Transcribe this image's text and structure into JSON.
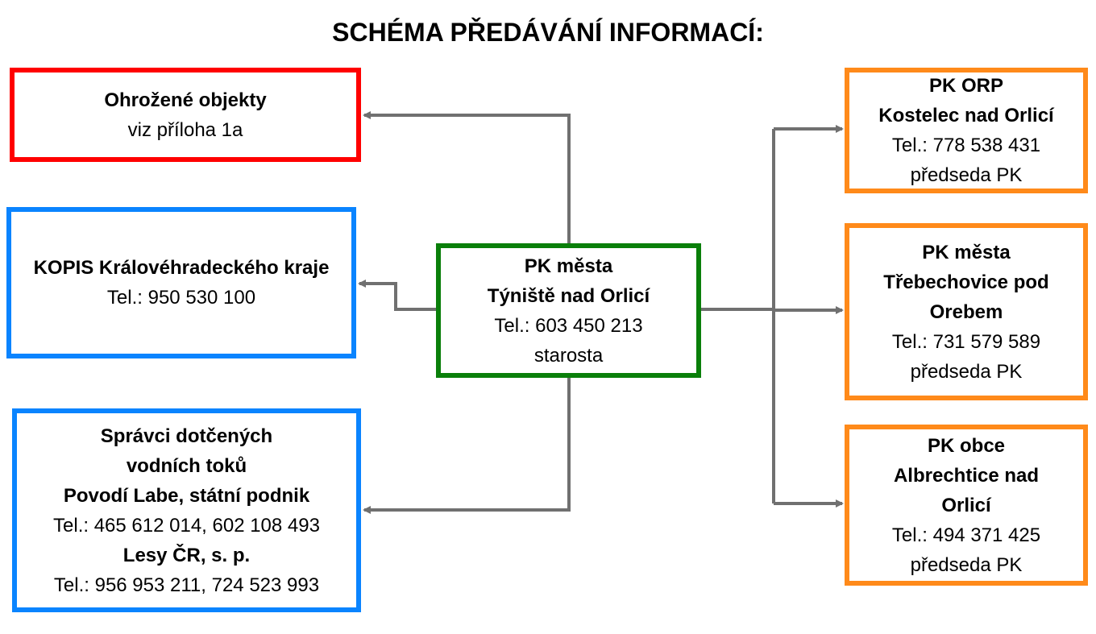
{
  "title": "SCHÉMA PŘEDÁVÁNÍ INFORMACÍ:",
  "colors": {
    "red": "#ff0000",
    "blue": "#0a84ff",
    "green": "#0a7f0a",
    "orange": "#ff8a1a",
    "connector": "#707070"
  },
  "boxes": {
    "threatened": {
      "line1": "Ohrožené objekty",
      "line2": "viz příloha 1a"
    },
    "kopis": {
      "line1": "KOPIS Královéhradeckého kraje",
      "line2": "Tel.: 950 530 100"
    },
    "water": {
      "line1": "Správci dotčených",
      "line2": "vodních toků",
      "line3": "Povodí Labe, státní podnik",
      "line4": "Tel.: 465 612 014, 602 108 493",
      "line5": "Lesy ČR, s. p.",
      "line6": "Tel.: 956 953 211, 724 523 993"
    },
    "center": {
      "line1": "PK města",
      "line2": "Týniště nad Orlicí",
      "line3": "Tel.: 603 450 213",
      "line4": "starosta"
    },
    "orp": {
      "line1": "PK ORP",
      "line2": "Kostelec nad Orlicí",
      "line3": "Tel.: 778 538 431",
      "line4": "předseda PK"
    },
    "trebechovice": {
      "line1": "PK města",
      "line2": "Třebechovice pod",
      "line3": "Orebem",
      "line4": "Tel.: 731 579 589",
      "line5": "předseda PK"
    },
    "albrechtice": {
      "line1": "PK obce",
      "line2": "Albrechtice nad",
      "line3": "Orlicí",
      "line4": "Tel.: 494 371 425",
      "line5": "předseda PK"
    }
  }
}
